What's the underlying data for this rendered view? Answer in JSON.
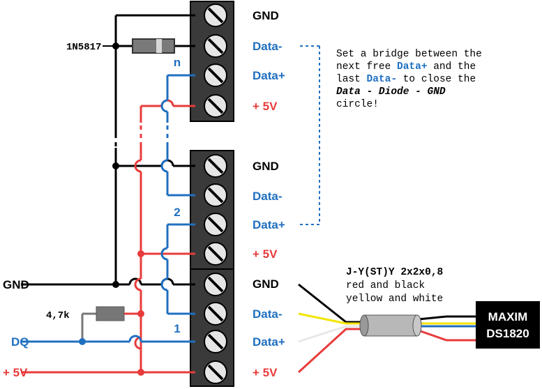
{
  "labels": {
    "diode": "1N5817",
    "resistor": "4,7k",
    "dq": "DQ",
    "gnd_left": "GND",
    "v5_left": "+ 5V",
    "group_n": "n",
    "group_2": "2",
    "group_1": "1"
  },
  "terminals": {
    "top": [
      "GND",
      "Data-",
      "Data+",
      "+ 5V"
    ],
    "mid": [
      "GND",
      "Data-",
      "Data+",
      "+ 5V"
    ],
    "bot": [
      "GND",
      "Data-",
      "Data+",
      "+ 5V"
    ]
  },
  "note": {
    "line1_a": "Set a bridge between the",
    "line2_a": "next free ",
    "line2_b": "Data+",
    "line2_c": " and the",
    "line3_a": "last ",
    "line3_b": "Data-",
    "line3_c": " to close the",
    "line4": "Data - Diode - GND",
    "line5": "circle!"
  },
  "cable": {
    "line1": "J-Y(ST)Y 2x2x0,8",
    "line2": "red and black",
    "line3": "yellow and white"
  },
  "sensor": {
    "line1": "MAXIM",
    "line2": "DS1820"
  },
  "colors": {
    "gnd": "#000000",
    "data": "#1f6fc0",
    "v5": "#e83b3b",
    "yellow": "#f2e600",
    "white": "#e8e8e8",
    "terminal": "#3a3a3a",
    "component": "#777777"
  }
}
